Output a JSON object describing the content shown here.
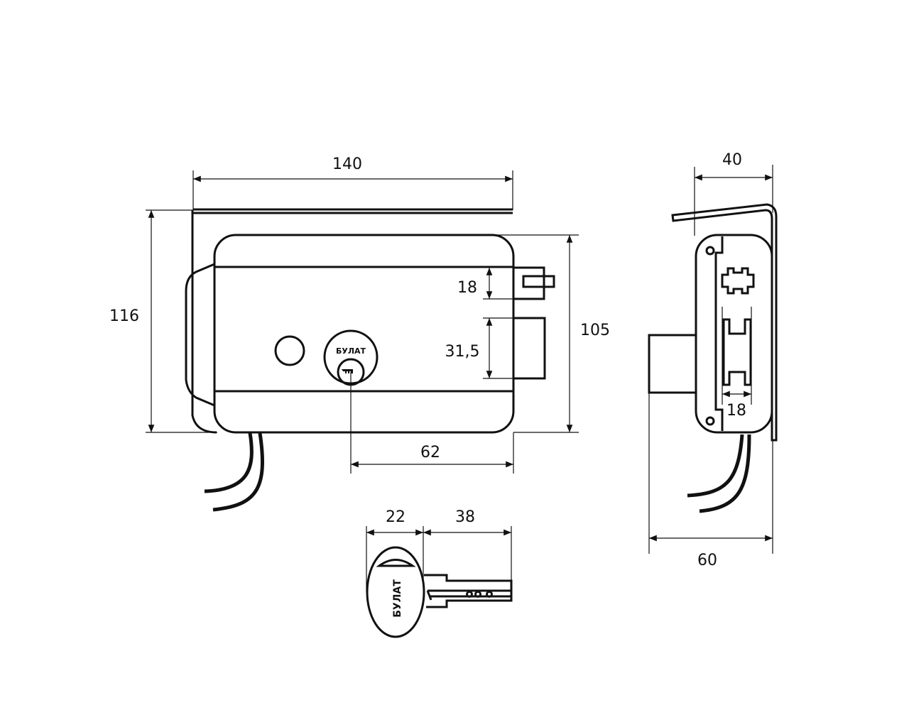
{
  "dimensions": {
    "width_140": "140",
    "height_116": "116",
    "body_height_105": "105",
    "latch_18": "18",
    "bolt_31_5": "31,5",
    "cylinder_offset_62": "62",
    "depth_40": "40",
    "depth_60": "60",
    "side_bolt_18": "18",
    "key_head_22": "22",
    "key_blade_38": "38"
  },
  "brand": {
    "cylinder_label": "БУЛАТ",
    "key_label": "БУЛАТ"
  }
}
